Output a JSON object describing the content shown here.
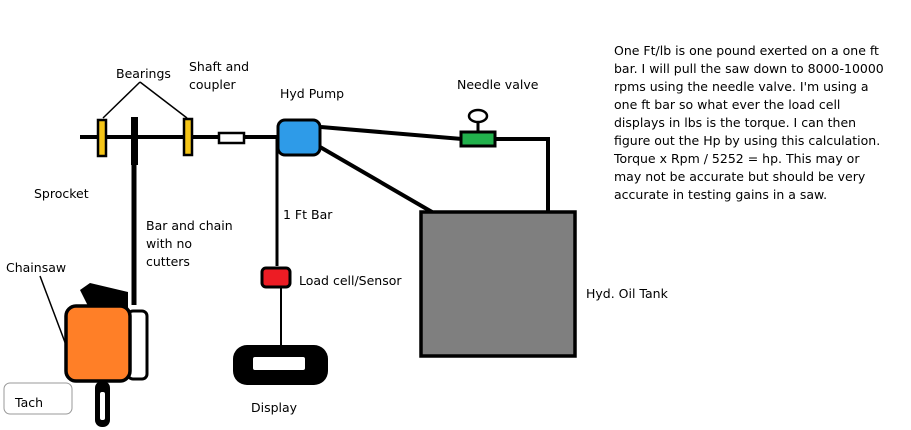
{
  "labels": {
    "bearings": "Bearings",
    "shaft_coupler": "Shaft and\ncoupler",
    "hyd_pump": "Hyd Pump",
    "needle_valve": "Needle valve",
    "sprocket": "Sprocket",
    "bar_chain": "Bar and chain\nwith no\ncutters",
    "one_ft_bar": "1 Ft Bar",
    "chainsaw": "Chainsaw",
    "load_cell": "Load cell/Sensor",
    "oil_tank": "Hyd. Oil Tank",
    "display": "Display",
    "tach": "Tach"
  },
  "note": "One Ft/lb is one pound exerted on a one ft bar. I will pull the saw down to 8000-10000 rpms using the needle valve. I'm using a one ft bar so what ever the load cell displays in lbs is the torque. I can then figure out the Hp by using this calculation. Torque x Rpm / 5252 = hp. This may or may not be accurate but should be very accurate in testing gains in a saw.",
  "colors": {
    "bearing": "#f5c518",
    "pump": "#2e9be8",
    "valve": "#22b14c",
    "load_cell": "#ed1c24",
    "chainsaw": "#ff7f27",
    "tank": "#7f7f7f",
    "line": "#000000"
  }
}
